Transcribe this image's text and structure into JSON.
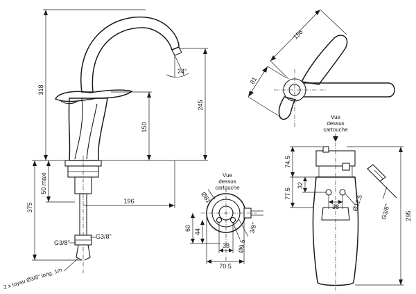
{
  "front_view": {
    "dim_total_height": "318",
    "dim_spout_height": "245",
    "dim_lever_height": "150",
    "dim_angle": "24°",
    "dim_reach": "196",
    "dim_overall": "375",
    "dim_base_max": "50 maxi",
    "label_thread_left": "G3/8\"",
    "label_thread_right": "G3/8\"",
    "label_hoses": "2 x tuyau Ø3/8\" long. 1m"
  },
  "top_view": {
    "dim_lever_length": "156",
    "dim_lever_depth": "81",
    "label_view": [
      "Vue",
      "dessus",
      "cartouche"
    ]
  },
  "cartridge_bottom": {
    "label_view": [
      "Vue",
      "dessus",
      "cartouche"
    ],
    "dim_outer_diameter": "Ø81",
    "dim_total_width": "70.5",
    "dim_hole_spacing": "38",
    "dim_height_60": "60",
    "dim_height_44": "44",
    "dim_thread": "3/8\"",
    "dim_hole_diameter": "Ø9.5"
  },
  "cartridge_side": {
    "dim_top": "74.5",
    "dim_middle": "77.5",
    "dim_hole_offset": "32",
    "dim_hole_spacing": "38",
    "dim_hole_diameter": "Ø12.5",
    "dim_thread": "G3/8\"",
    "dim_total_height": "295"
  }
}
